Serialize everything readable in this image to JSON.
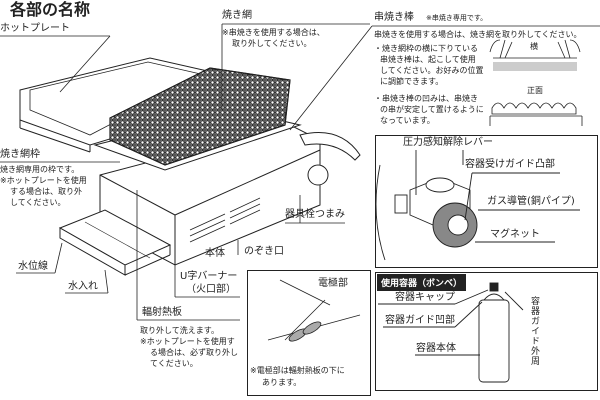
{
  "title": "各部の名称",
  "labels": {
    "hot_plate": "ホットプレート",
    "grill_net": "焼き網",
    "grill_net_note": [
      "※串焼きを使用する場合は、",
      "取り外してください。"
    ],
    "skewer_bar": "串焼き棒",
    "skewer_bar_note": "※串焼き専用です。",
    "skewer_desc": "串焼きを使用する場合は、焼き網を取り外してください。",
    "skewer_bullet1": [
      "・焼き網枠の横に下りている",
      "串焼き棒は、起こして使用",
      "してください。お好みの位置",
      "に調節できます。"
    ],
    "skewer_bullet2": [
      "・串焼き棒の凹みは、串焼き",
      "の串が安定して置けるように",
      "なっています。"
    ],
    "side_view": "横",
    "front_view": "正面",
    "grill_frame": "焼き網枠",
    "grill_frame_note": [
      "焼き網専用の枠です。",
      "※ホットプレートを使用",
      "する場合は、取り外",
      "してください。"
    ],
    "knob": "器具栓つまみ",
    "body": "本体",
    "peephole": "のぞき口",
    "water_line": "水位線",
    "water_tray": "水入れ",
    "burner": [
      "U字バーナー",
      "（火口部）"
    ],
    "radiant_plate": "輻射熱板",
    "radiant_plate_note": [
      "取り外して洗えます。",
      "※ホットプレートを使用す",
      "る場合は、必ず取り外し",
      "てください。"
    ],
    "electrode": "電極部",
    "electrode_note": [
      "※電極部は輻射熱板の下に",
      "あります。"
    ],
    "pressure_lever": "圧力感知解除レバー",
    "guide_convex": "容器受けガイド凸部",
    "gas_pipe": "ガス導管(銅パイプ)",
    "magnet": "マグネット",
    "canister_title": "使用容器（ボンベ）",
    "canister_cap": "容器キャップ",
    "canister_guide_concave": "容器ガイド凹部",
    "canister_body": "容器本体",
    "canister_guide_outer": "容器ガイド外周"
  }
}
